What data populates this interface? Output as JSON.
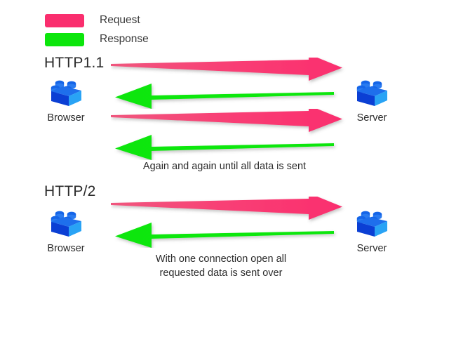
{
  "diagram": {
    "title": "HTTP1.1 vs HTTP/2 request-response diagram",
    "background": "#ffffff"
  },
  "colors": {
    "request": "#FA2E6E",
    "request_dark": "#E8215F",
    "response": "#0CE60C",
    "response_dark": "#00D400",
    "brick_light": "#29A3F5",
    "brick_mid": "#1565E8",
    "brick_dark": "#0B3FD4",
    "text": "#2b2b2b"
  },
  "legend": {
    "items": [
      {
        "label": "Request",
        "color": "#FA2E6E",
        "swatch_name": "request-color-swatch"
      },
      {
        "label": "Response",
        "color": "#0CE60C",
        "swatch_name": "response-color-swatch"
      }
    ]
  },
  "sections": [
    {
      "id": "http11",
      "title": "HTTP1.1",
      "left_node": {
        "label": "Browser",
        "icon": "lego-brick-icon"
      },
      "right_node": {
        "label": "Server",
        "icon": "lego-brick-icon"
      },
      "arrows": [
        {
          "type": "request",
          "direction": "right",
          "name": "request-arrow-1"
        },
        {
          "type": "response",
          "direction": "left",
          "name": "response-arrow-1"
        },
        {
          "type": "request",
          "direction": "right",
          "name": "request-arrow-2"
        },
        {
          "type": "response",
          "direction": "left",
          "name": "response-arrow-2"
        }
      ],
      "caption": "Again and again until all data is sent"
    },
    {
      "id": "http2",
      "title": "HTTP/2",
      "left_node": {
        "label": "Browser",
        "icon": "lego-brick-icon"
      },
      "right_node": {
        "label": "Server",
        "icon": "lego-brick-icon"
      },
      "arrows": [
        {
          "type": "request",
          "direction": "right",
          "name": "request-arrow-1"
        },
        {
          "type": "response",
          "direction": "left",
          "name": "response-arrow-1"
        }
      ],
      "caption": "With one connection open all\nrequested data is sent over"
    }
  ]
}
